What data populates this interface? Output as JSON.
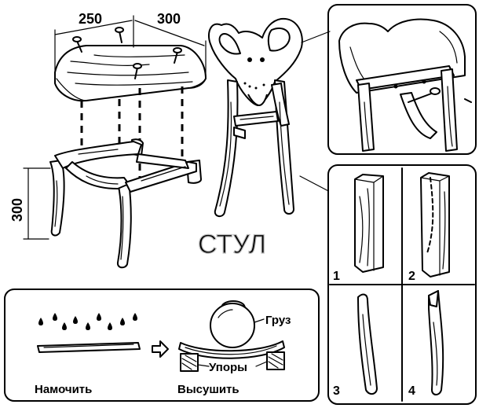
{
  "title": "СТУЛ",
  "dimensions": {
    "width": "250",
    "depth": "300",
    "height": "300"
  },
  "steps": [
    {
      "label": "Намочить"
    },
    {
      "label": "Высушить"
    }
  ],
  "callouts": {
    "weight": "Груз",
    "supports": "Упоры"
  },
  "stages": [
    "1",
    "2",
    "3",
    "4"
  ]
}
